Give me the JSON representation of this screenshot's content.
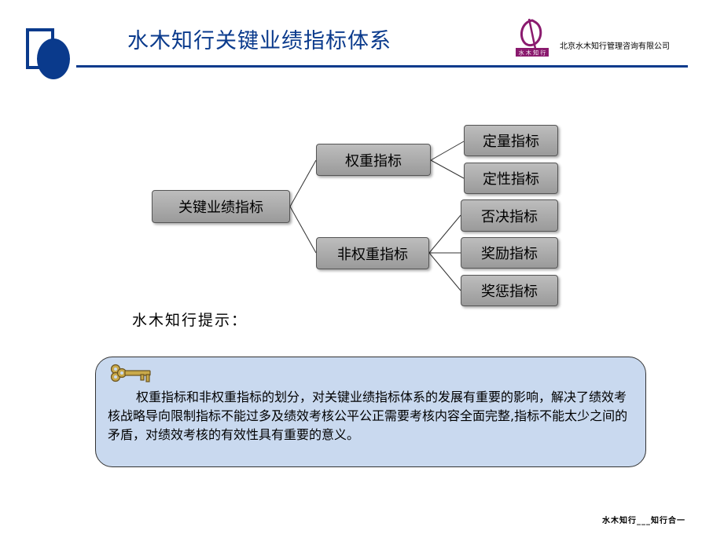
{
  "header": {
    "title": "水木知行关键业绩指标体系",
    "company": "北京水木知行管理咨询有限公司",
    "brand_color": "#0a3a8c",
    "logo_accent": "#8a1a6e"
  },
  "diagram": {
    "root": "关键业绩指标",
    "branches": [
      {
        "label": "权重指标",
        "children": [
          "定量指标",
          "定性指标"
        ]
      },
      {
        "label": "非权重指标",
        "children": [
          "否决指标",
          "奖励指标",
          "奖惩指标"
        ]
      }
    ]
  },
  "tip": {
    "label": "水木知行提示：",
    "icon": "key-icon",
    "text": "权重指标和非权重指标的划分，对关键业绩指标体系的发展有重要的影响，解决了绩效考核战略导向限制指标不能过多及绩效考核公平公正需要考核内容全面完整,指标不能太少之间的矛盾，对绩效考核的有效性具有重要的意义。",
    "box_color": "#c9d9ef"
  },
  "footer": {
    "motto": "水木知行___知行合一"
  }
}
